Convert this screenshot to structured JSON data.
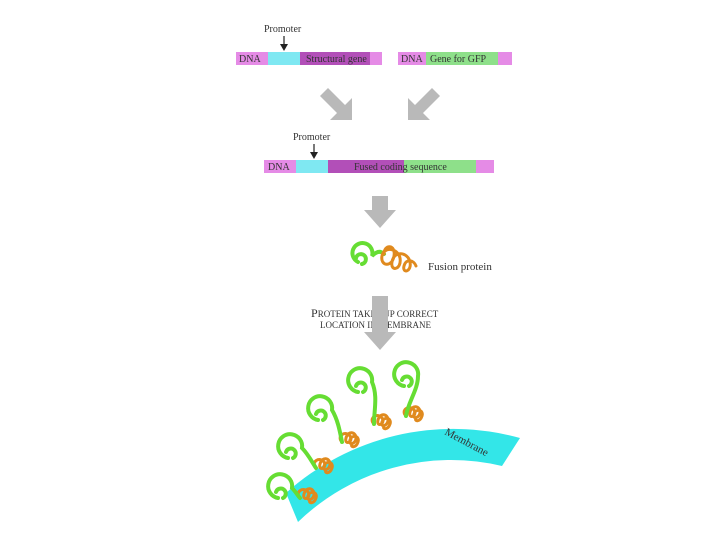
{
  "colors": {
    "dna_pink": "#e58be6",
    "promoter_cyan": "#7fe8f2",
    "structural_purple": "#b24fb8",
    "gfp_green": "#8ee08a",
    "membrane_cyan": "#33e6e8",
    "gfp_coil": "#66dd33",
    "protein_coil": "#e08a1e",
    "arrow_gray": "#b9b9b9",
    "text": "#333333"
  },
  "top_left_construct": {
    "promoter_label": "Promoter",
    "dna_label": "DNA",
    "gene_label": "Structural gene"
  },
  "top_right_construct": {
    "dna_label": "DNA",
    "gene_label": "Gene for GFP"
  },
  "fused_construct": {
    "promoter_label": "Promoter",
    "dna_label": "DNA",
    "gene_label": "Fused coding sequence"
  },
  "fusion_protein_label": "Fusion protein",
  "step_caption": {
    "line1_initial": "P",
    "line1_rest": "ROTEIN TAKES UP CORRECT",
    "line2": "LOCATION IN MEMBRANE"
  },
  "membrane_label": "Membrane"
}
